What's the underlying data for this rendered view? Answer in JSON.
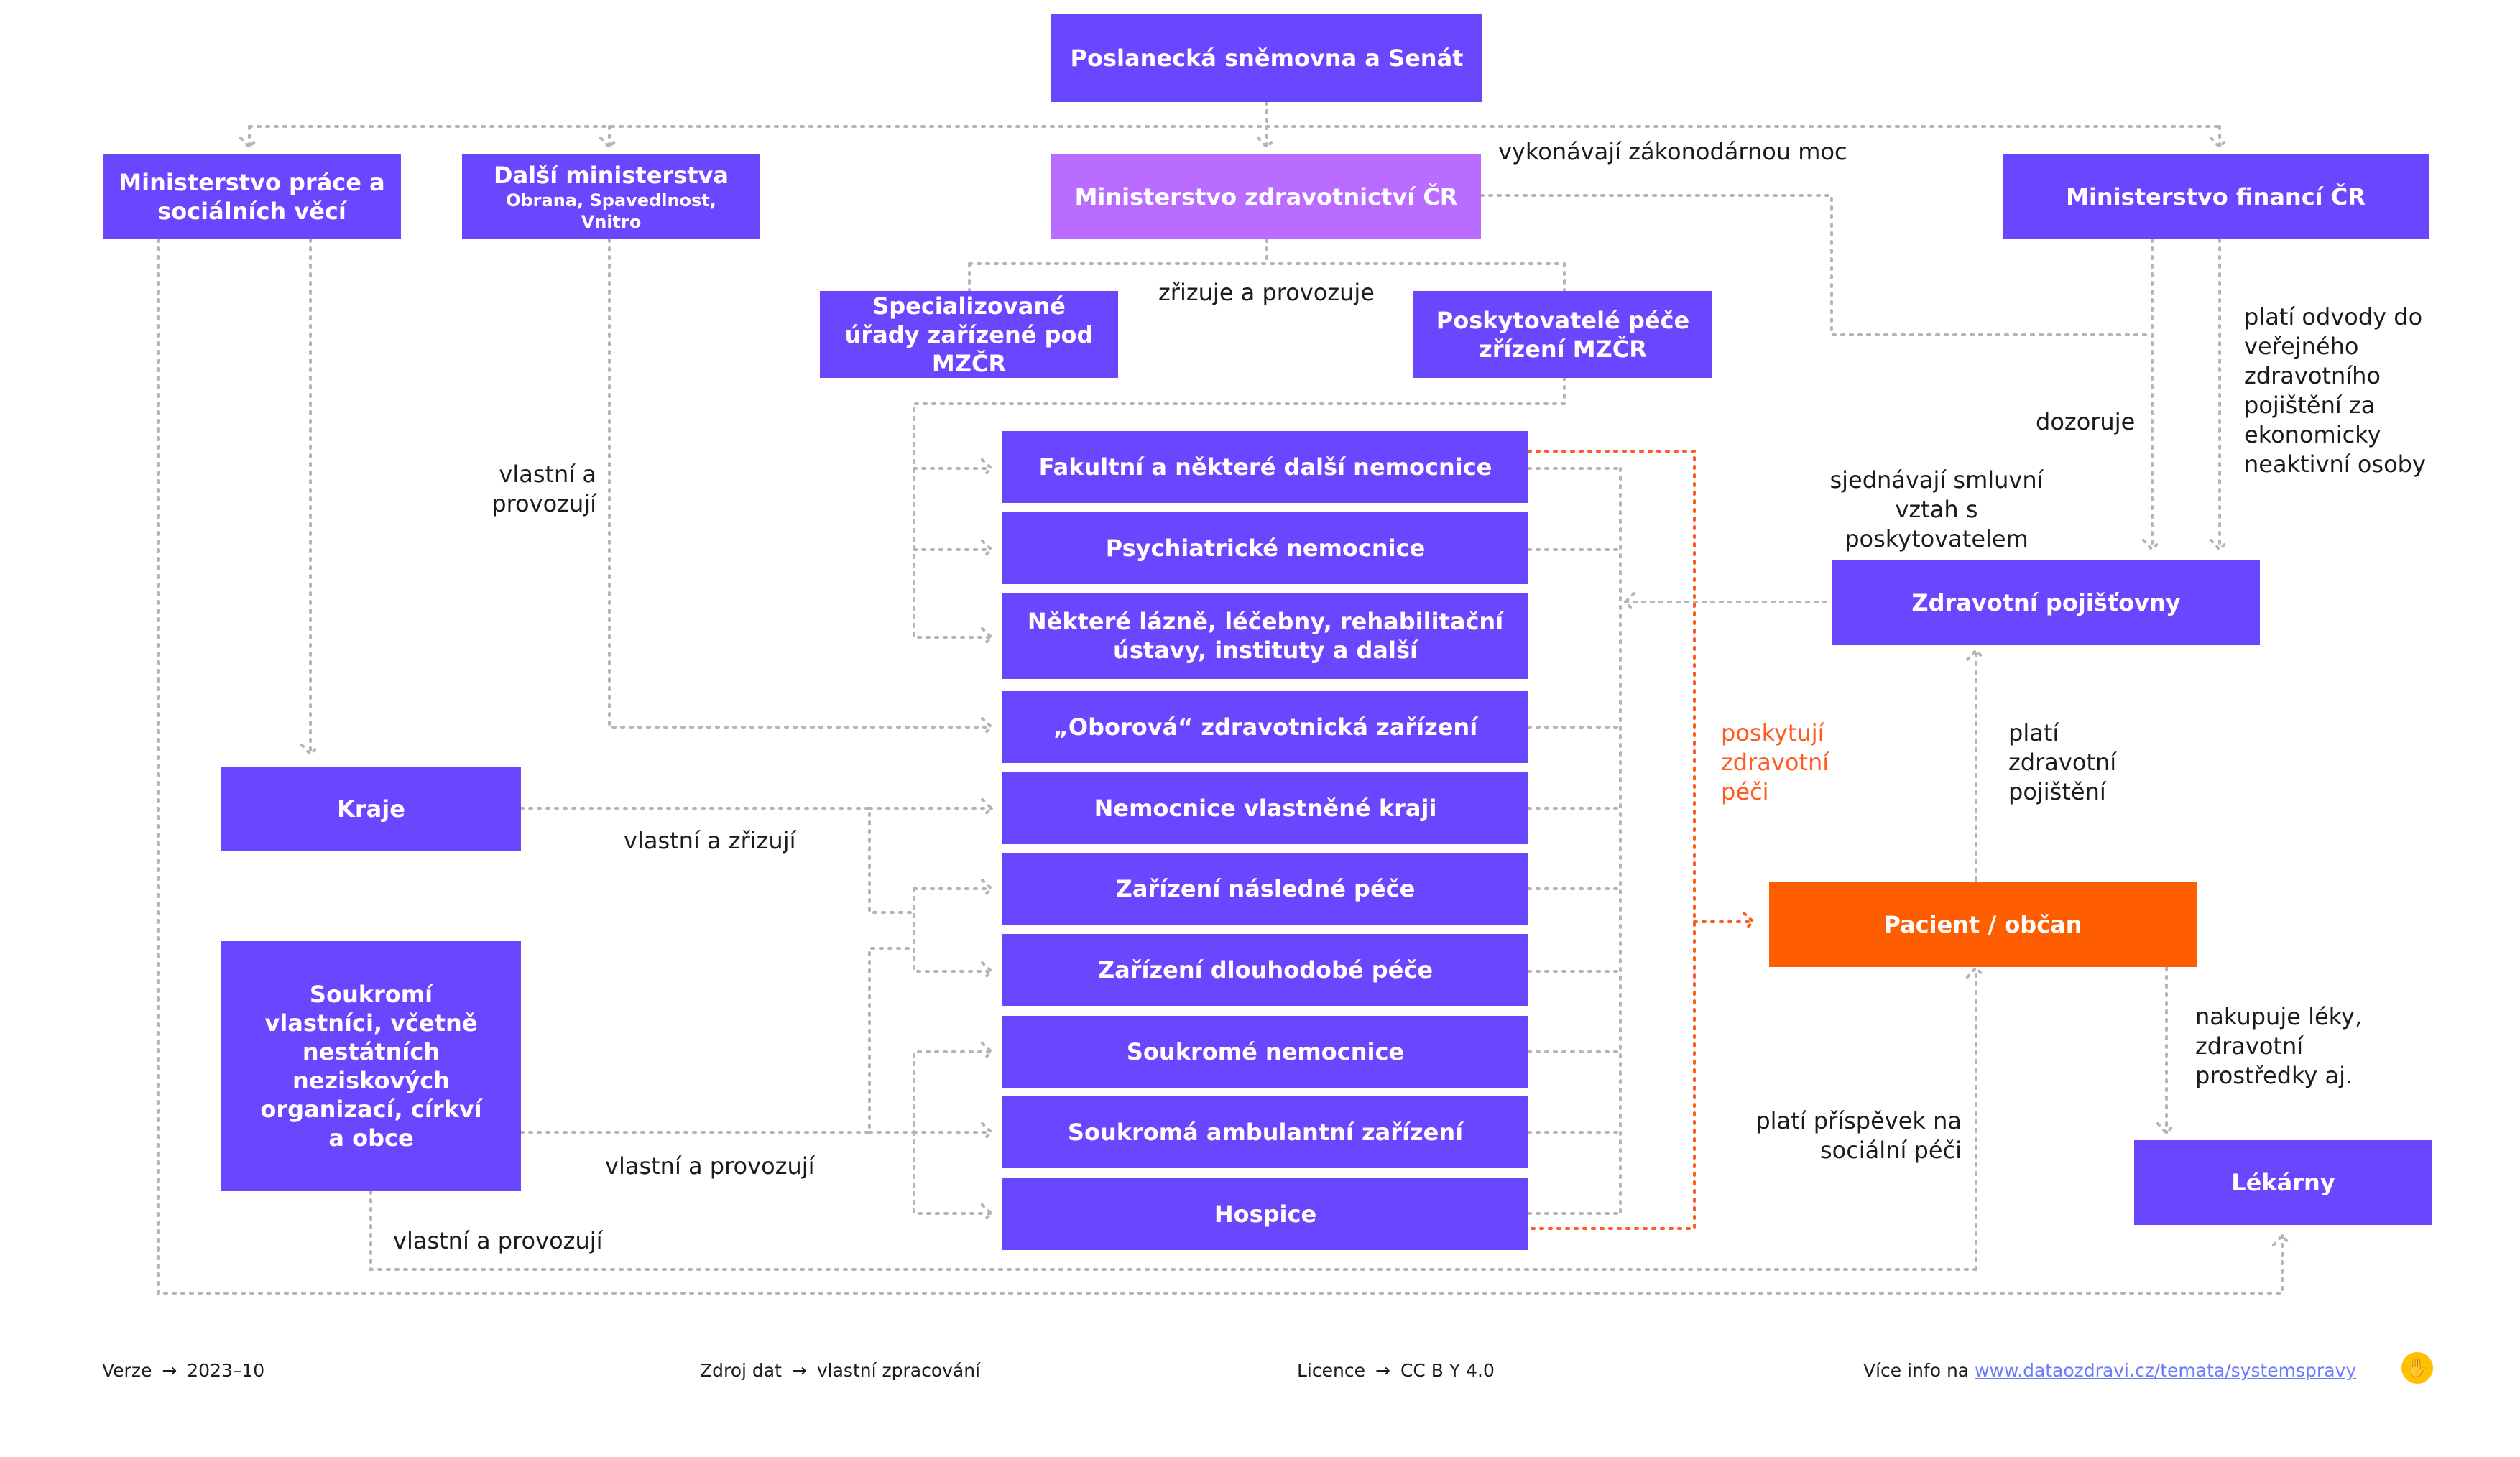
{
  "nodes": {
    "parliament": "Poslanecká sněmovna a Senát",
    "ministry_labour": "Ministerstvo práce a sociálních věcí",
    "other_ministries": "Další ministerstva",
    "other_ministries_sub": "Obrana, Spavedlnost, Vnitro",
    "ministry_health": "Ministerstvo zdravotnictví ČR",
    "ministry_finance": "Ministerstvo financí ČR",
    "specialized_offices": "Specializované úřady zařízené pod MZČR",
    "providers_mz": "Poskytovatelé péče zřízení MZČR",
    "faculty_hospitals": "Fakultní a některé další nemocnice",
    "psychiatric": "Psychiatrické nemocnice",
    "spas": "Některé lázně, léčebny, rehabilitační ústavy, instituty a další",
    "field_facilities": "„Oborová“ zdravotnická zařízení",
    "regional_hospitals": "Nemocnice vlastněné kraji",
    "aftercare": "Zařízení následné péče",
    "longterm": "Zařízení dlouhodobé péče",
    "private_hospitals": "Soukromé nemocnice",
    "private_ambulatory": "Soukromá ambulantní zařízení",
    "hospice": "Hospice",
    "regions": "Kraje",
    "private_owners": "Soukromí vlastníci, včetně nestátních neziskových organizací, církví a obce",
    "insurers": "Zdravotní pojišťovny",
    "patient": "Pacient / občan",
    "pharmacies": "Lékárny"
  },
  "labels": {
    "legislative": "vykonávají zákonodárnou moc",
    "establish": "zřizuje a provozuje",
    "own_operate_ministries": "vlastní a provozují",
    "own_establish_regions": "vlastní a zřizují",
    "own_operate_private": "vlastní a provozují",
    "own_operate_private_bottom": "vlastní a provozují",
    "supervises": "dozoruje",
    "contract": "sjednávají smluvní vztah s poskytovatelem",
    "pays_levies": "platí odvody do veřejného zdravotního pojištění za ekonomicky neaktivní osoby",
    "provide_care": "poskytují zdravotní péči",
    "pays_insurance": "platí zdravotní pojištění",
    "buys_drugs": "nakupuje léky, zdravotní prostředky aj.",
    "social_contribution": "platí příspěvek na sociální péči"
  },
  "footer": {
    "version_label": "Verze",
    "version_value": "2023–10",
    "source_label": "Zdroj dat",
    "source_value": "vlastní zpracování",
    "license_label": "Licence",
    "license_value": "CC B Y 4.0",
    "more_info": "Více info na",
    "link": "www.dataozdravi.cz/temata/systemspravy",
    "arrow": "→"
  },
  "colors": {
    "box": "#6a46ff",
    "box_light": "#b96cff",
    "patient": "#ff5e00",
    "care_line": "#ff5a1f",
    "connector": "#b5b5b5"
  },
  "icons": {
    "logo": "hand-logo-icon"
  }
}
